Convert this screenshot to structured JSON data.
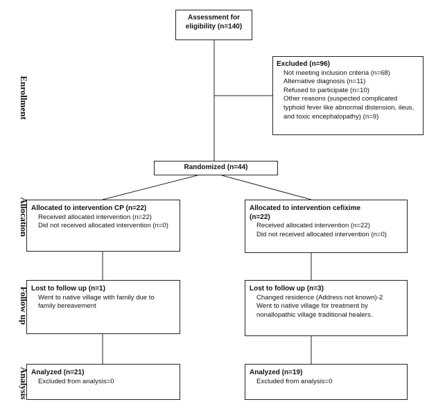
{
  "stages": {
    "enrollment": "Enrollment",
    "allocation": "Allocation",
    "follow_up": "Follow up",
    "analysis": "Analysis"
  },
  "assessment": {
    "line1": "Assessment for",
    "line2": "eligibility (n=140)"
  },
  "excluded": {
    "title": "Excluded (n=96)",
    "items": [
      "Not meeting inclusion criteria (n=68)",
      "Alternative diagnosis (n=11)",
      "Refused to participate (n=10)",
      "Other reasons (suspected complicated",
      "typhoid fever like abnormal distension, ileus,",
      "and toxic encephalopathy) (n=9)"
    ]
  },
  "randomized": "Randomized (n=44)",
  "allocated_cp": {
    "title": "Allocated to intervention CP (n=22)",
    "items": [
      "Received allocated intervention (n=22)",
      "Did not received allocated intervention (n=0)"
    ]
  },
  "allocated_cefixime": {
    "title_line1": "Allocated to intervention cefixime",
    "title_line2": "(n=22)",
    "items": [
      "Received allocated intervention (n=22)",
      "Did not received allocated intervention (n=0)"
    ]
  },
  "lost_cp": {
    "title": "Lost to follow up (n=1)",
    "items": [
      "Went to native village with family due to",
      "family bereavement"
    ]
  },
  "lost_cefixime": {
    "title": "Lost to follow up (n=3)",
    "items": [
      "Changed residence (Address not known)-2",
      "Went to native village for treatment by",
      "nonallopathic village traditional healers."
    ]
  },
  "analyzed_cp": {
    "title": "Analyzed (n=21)",
    "items": [
      "Excluded from analysis=0"
    ]
  },
  "analyzed_cefixime": {
    "title": "Analyzed (n=19)",
    "items": [
      "Excluded from analysis=0"
    ]
  }
}
